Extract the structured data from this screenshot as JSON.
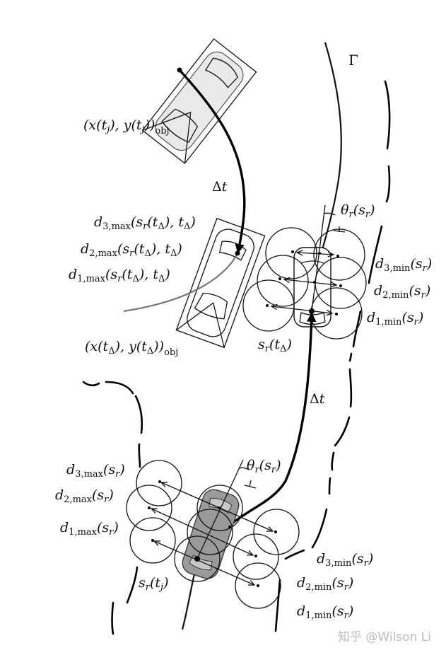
{
  "labels": {
    "gamma": "Γ",
    "obj_start": "(x(t_j), y(t_j))_obj",
    "delta_t_top": "Δt",
    "d3max_t": "d_3,max(s_r(t_Δ), t_Δ)",
    "d2max_t": "d_2,max(s_r(t_Δ), t_Δ)",
    "d1max_t": "d_1,max(s_r(t_Δ), t_Δ)",
    "obj_delta": "(x(t_Δ), y(t_Δ))_obj",
    "theta_top": "θ_r(s_r)",
    "d3min_top": "d_3,min(s_r)",
    "d2min_top": "d_2,min(s_r)",
    "d1min_top": "d_1,min(s_r)",
    "sr_tdelta": "s_r(t_Δ)",
    "delta_t_bottom": "Δt",
    "d3max_bot": "d_3,max(s_r)",
    "d2max_bot": "d_2,max(s_r)",
    "d1max_bot": "d_1,max(s_r)",
    "theta_bot": "θ_r(s_r)",
    "sr_tj": "s_r(t_j)",
    "d3min_bot": "d_3,min(s_r)",
    "d2min_bot": "d_2,min(s_r)",
    "d1min_bot": "d_1,min(s_r)",
    "watermark": "知乎 @Wilson Li"
  },
  "colors": {
    "ink": "#111111",
    "ego_car": "#9a9a9a",
    "obj_car": "#e9e9e9",
    "obj_path": "#777777",
    "watermark": "#bbbbbb"
  }
}
